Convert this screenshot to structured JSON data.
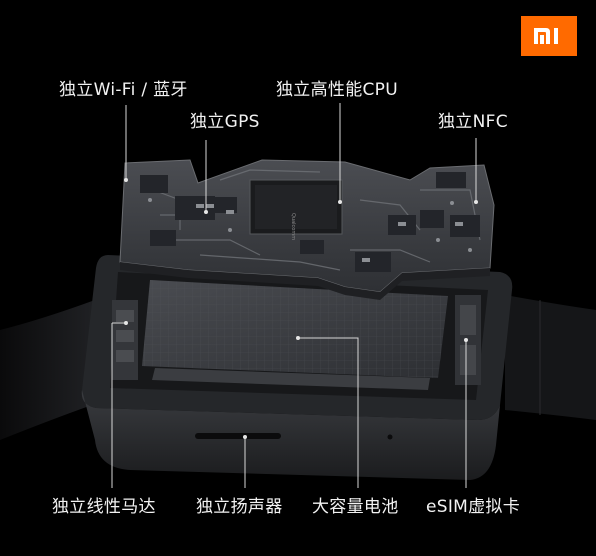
{
  "brand": {
    "logo_text": "mi",
    "logo_color": "#ff6a00"
  },
  "labels": {
    "wifi_bt": "独立Wi-Fi / 蓝牙",
    "cpu": "独立高性能CPU",
    "gps": "独立GPS",
    "nfc": "独立NFC",
    "motor": "独立线性马达",
    "speaker": "独立扬声器",
    "battery": "大容量电池",
    "esim": "eSIM虚拟卡"
  },
  "chip_text": "Qualcomm"
}
